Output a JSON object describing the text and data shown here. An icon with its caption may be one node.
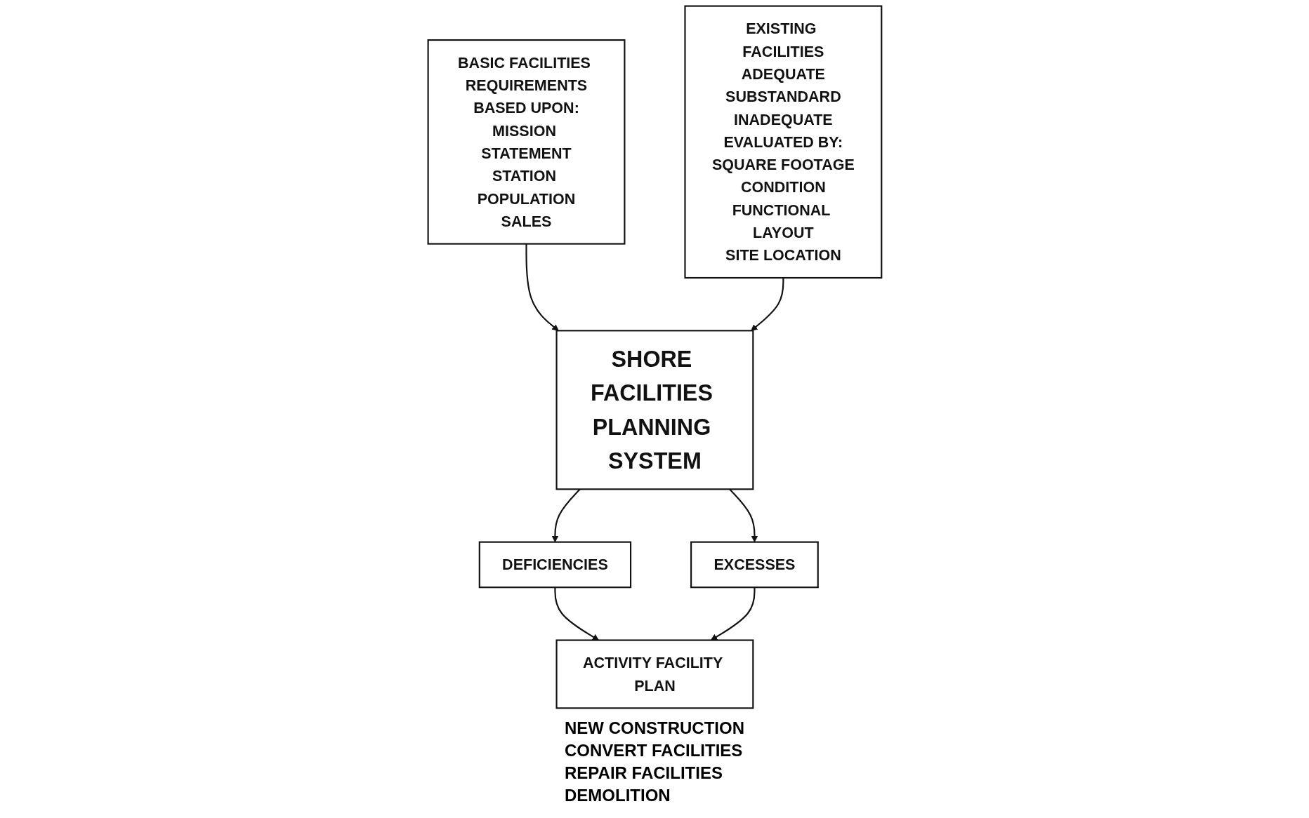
{
  "diagram": {
    "nodes": [
      {
        "text": [
          "BASIC FACILITIES REQUIREMENTS",
          "BASED UPON:",
          "MISSION STATEMENT",
          "STATION POPULATION",
          "SALES"
        ]
      },
      {
        "text": [
          "EXISTING FACILITIES",
          "ADEQUATE",
          "SUBSTANDARD",
          "INADEQUATE",
          "EVALUATED BY:",
          "SQUARE FOOTAGE",
          "CONDITION",
          "FUNCTIONAL LAYOUT",
          "SITE LOCATION"
        ]
      },
      {
        "text": [
          "SHORE FACILITIES PLANNING SYSTEM"
        ]
      },
      {
        "text": [
          "DEFICIENCIES"
        ]
      },
      {
        "text": [
          "EXCESSES"
        ]
      },
      {
        "text": [
          "ACTIVITY FACILITY PLAN"
        ],
        "beside": [
          "NEW CONSTRUCTION",
          "CONVERT FACILITIES",
          "REPAIR FACILITIES",
          "DEMOLITION"
        ]
      }
    ],
    "edges": [
      {
        "from": 0,
        "to": 2,
        "arrow": "to"
      },
      {
        "from": 1,
        "to": 2,
        "arrow": "to"
      },
      {
        "from": 2,
        "to": 3,
        "arrow": "to"
      },
      {
        "from": 2,
        "to": 4,
        "arrow": "to"
      },
      {
        "from": 3,
        "to": 5,
        "arrow": "to"
      },
      {
        "from": 4,
        "to": 5,
        "arrow": "to"
      }
    ]
  }
}
